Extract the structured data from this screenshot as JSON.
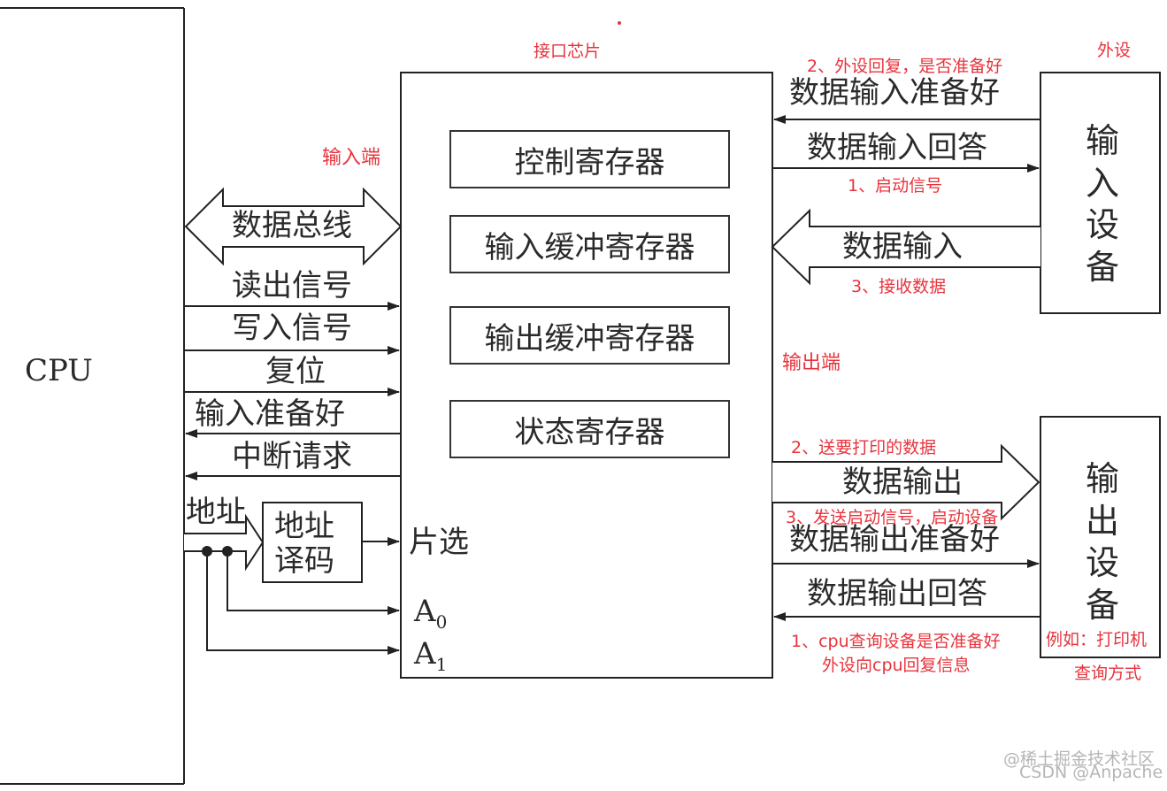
{
  "blocks": {
    "cpu": "CPU",
    "interface_chip": "接口芯片",
    "peripheral": "外设",
    "input_device": [
      "输",
      "入",
      "设",
      "备"
    ],
    "output_device": [
      "输",
      "出",
      "设",
      "备"
    ],
    "addr_decoder": [
      "地址",
      "译码"
    ]
  },
  "registers": [
    "控制寄存器",
    "输入缓冲寄存器",
    "输出缓冲寄存器",
    "状态寄存器"
  ],
  "left_signals": {
    "data_bus": "数据总线",
    "read": "读出信号",
    "write": "写入信号",
    "reset": "复位",
    "input_ready": "输入准备好",
    "interrupt": "中断请求",
    "address": "地址",
    "chip_select": "片选",
    "a0": "A",
    "a0_sub": "0",
    "a1": "A",
    "a1_sub": "1"
  },
  "right_signals": {
    "in_ready": "数据输入准备好",
    "in_ack": "数据输入回答",
    "in_data": "数据输入",
    "out_data": "数据输出",
    "out_ready": "数据输出准备好",
    "out_ack": "数据输出回答"
  },
  "annotations": {
    "input_port": "输入端",
    "output_port": "输出端",
    "reply_ready": "2、外设回复，是否准备好",
    "start_signal": "1、启动信号",
    "receive_data": "3、接收数据",
    "send_print_data": "2、送要打印的数据",
    "send_start": "3、发送启动信号，启动设备",
    "cpu_query_1": "1、cpu查询设备是否准备好",
    "cpu_query_2": "外设向cpu回复信息",
    "example_printer": "例如：打印机",
    "query_mode": "查询方式"
  },
  "watermark": {
    "line1": "@稀土掘金技术社区",
    "line2": "CSDN @Anpache"
  },
  "colors": {
    "annotation": "#e8333c",
    "line": "#222222",
    "text": "#2a2a2a"
  }
}
